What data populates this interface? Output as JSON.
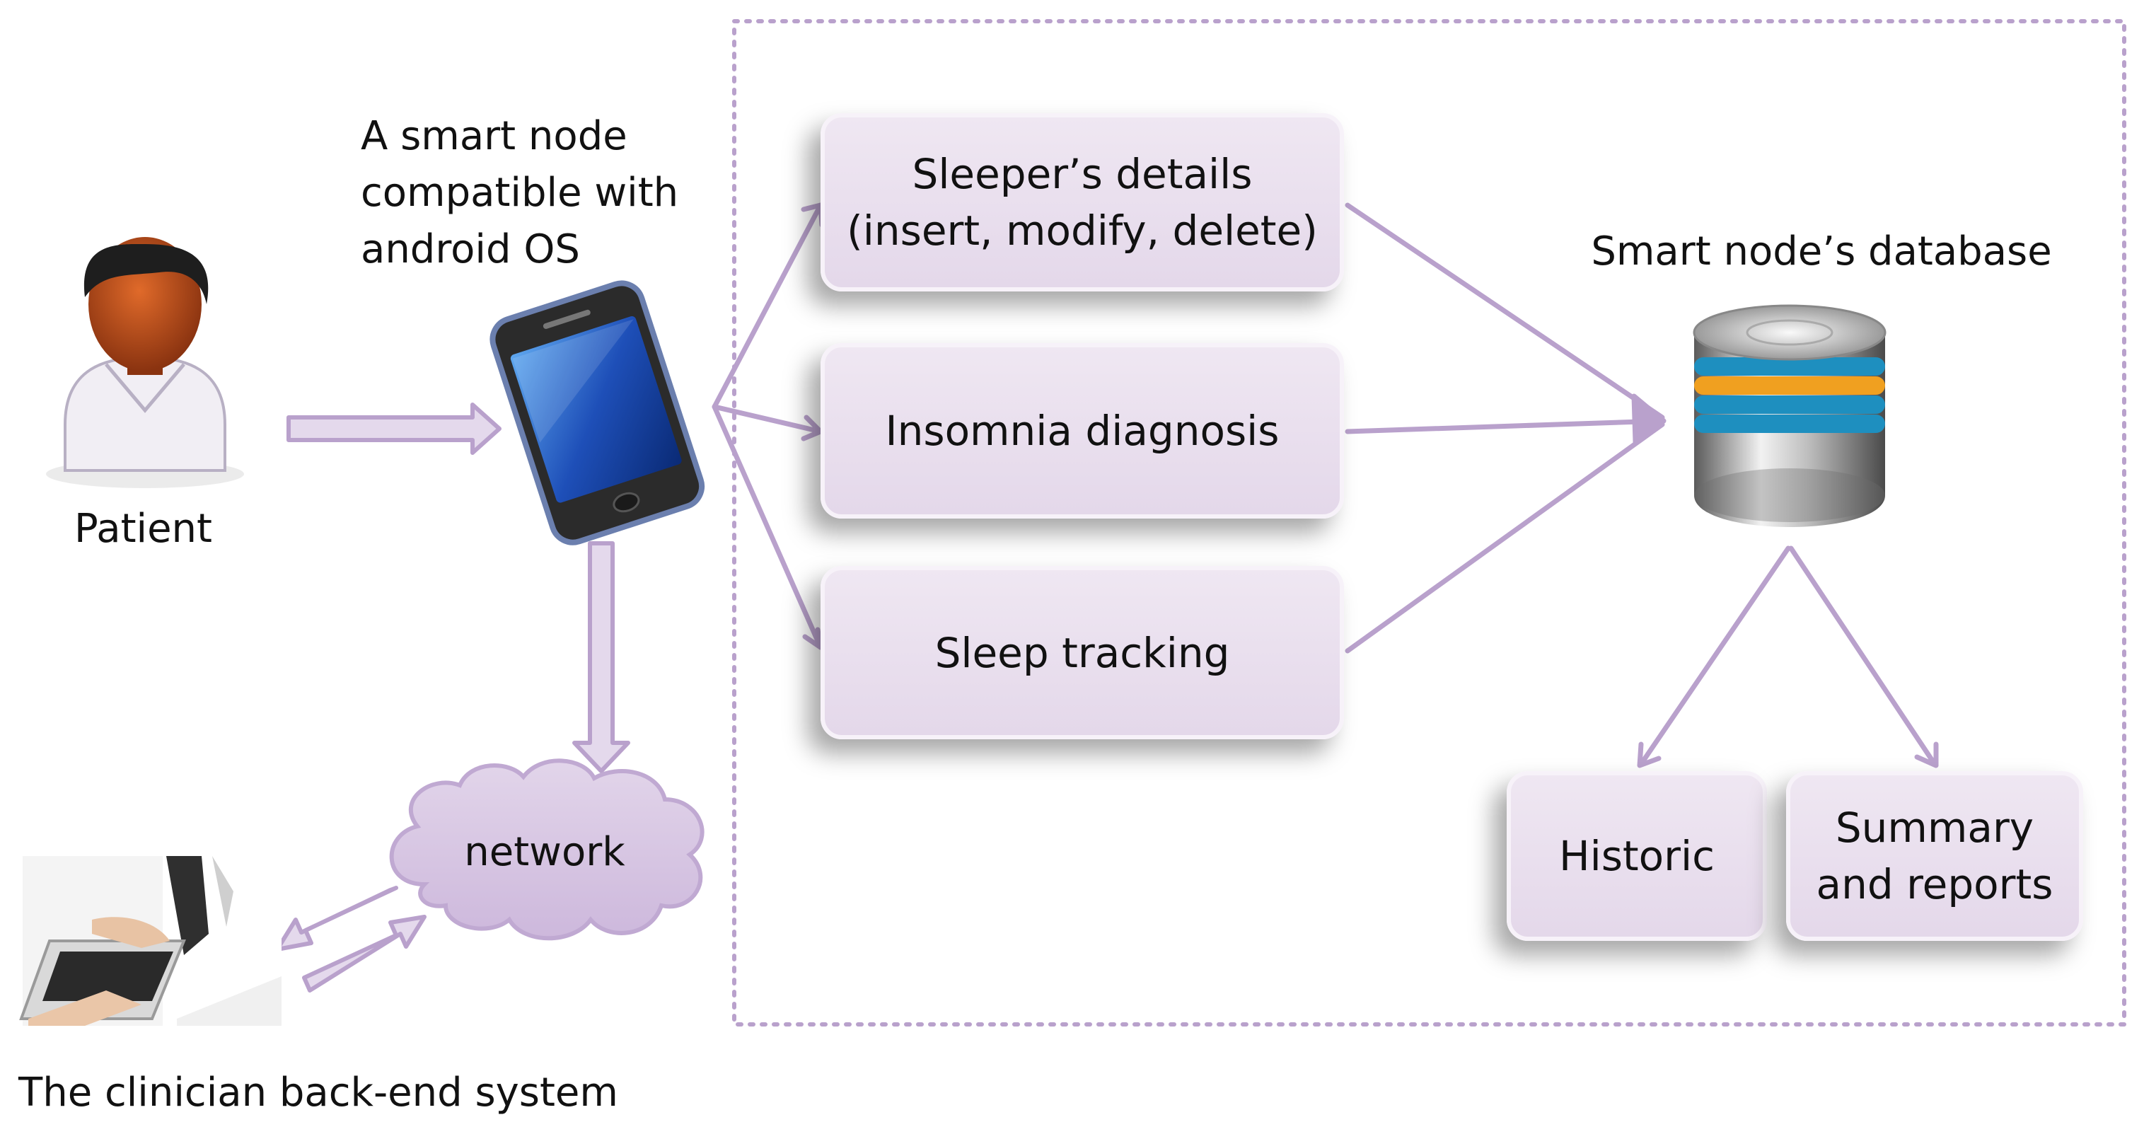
{
  "title": "A smart node compatible with android OS",
  "title_lines": [
    "A smart node",
    "compatible with",
    "android OS"
  ],
  "patient": {
    "label": "Patient",
    "icon": "patient-icon"
  },
  "phone": {
    "icon": "smartphone-icon"
  },
  "network": {
    "label": "network",
    "icon": "cloud-icon"
  },
  "clinician": {
    "label": "The clinician back-end system",
    "icon": "clinician-laptop-photo"
  },
  "modules": {
    "sleeper_details": {
      "line1": "Sleeper’s details",
      "line2": "(insert, modify, delete)"
    },
    "insomnia": {
      "label": "Insomnia diagnosis"
    },
    "tracking": {
      "label": "Sleep tracking"
    }
  },
  "database": {
    "label": "Smart node’s database",
    "icon": "database-icon"
  },
  "outputs": {
    "historic": {
      "label": "Historic"
    },
    "summary": {
      "line1": "Summary",
      "line2": "and reports"
    }
  },
  "colors": {
    "arrow": "#b9a1cc",
    "box_fill": "#e9def0",
    "dashed_border": "#b9a1cc",
    "cloud_fill": "#d9c8e4"
  }
}
